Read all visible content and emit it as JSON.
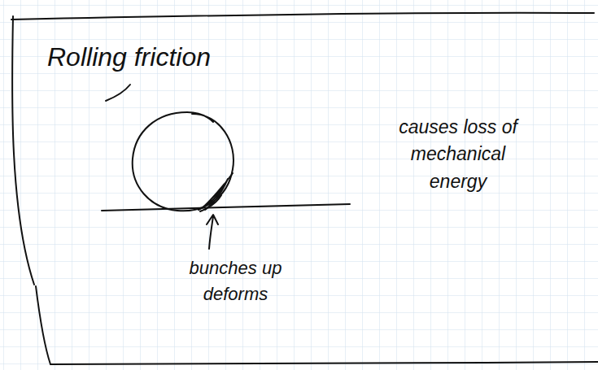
{
  "diagram": {
    "title": "Rolling friction",
    "labels": [
      "bunches up deforms",
      "causes loss of mechanical energy"
    ]
  }
}
